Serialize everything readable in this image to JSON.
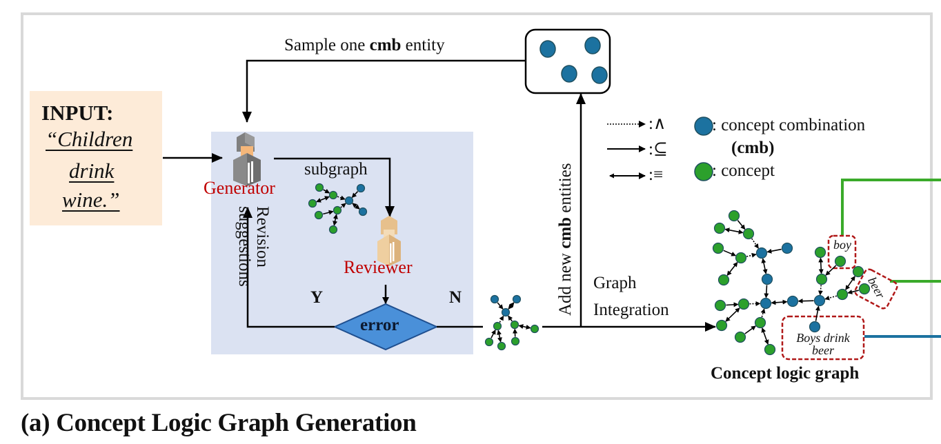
{
  "figure": {
    "caption": "(a) Concept Logic Graph Generation"
  },
  "input": {
    "title": "INPUT:",
    "lines": [
      "“Children",
      "drink",
      "wine.”"
    ]
  },
  "flow": {
    "sample_label_prefix": "Sample one ",
    "sample_label_bold": "cmb",
    "sample_label_suffix": " entity",
    "subgraph_label": "subgraph",
    "generator_label": "Generator",
    "reviewer_label": "Reviewer",
    "revision_label_line1": "Revision",
    "revision_label_line2": "suggestions",
    "decision_label": "error",
    "yes_label": "Y",
    "no_label": "N",
    "add_label_prefix": "Add new ",
    "add_label_bold": "cmb",
    "add_label_suffix": " entities",
    "integration_line1": "Graph",
    "integration_line2": "Integration"
  },
  "legend": {
    "arrows": [
      {
        "style": "dotted",
        "symbol": ":∧",
        "meaning": "conjunction"
      },
      {
        "style": "solid",
        "symbol": ":⊆",
        "meaning": "subset"
      },
      {
        "style": "bidirectional",
        "symbol": ":≡",
        "meaning": "equivalence"
      }
    ],
    "nodes": [
      {
        "color": "#1c72a0",
        "label": ": concept combination",
        "sublabel": "(cmb)"
      },
      {
        "color": "#2ca02c",
        "label": ": concept"
      }
    ]
  },
  "graph": {
    "caption": "Concept logic graph",
    "annotations": {
      "boy": "boy",
      "beer": "beer",
      "sentence_line1": "Boys drink",
      "sentence_line2": "beer"
    }
  },
  "colors": {
    "cmb_node": "#1c72a0",
    "concept_node": "#2ca02c",
    "node_stroke": "#1f4f5f",
    "generator_panel": "#dbe2f2",
    "input_box": "#fdebd8",
    "decision_fill": "#4a90d9",
    "role_text": "#c00000",
    "annotation_border": "#b01818",
    "link_green": "#3aaa2a",
    "link_blue": "#1c72a0"
  }
}
